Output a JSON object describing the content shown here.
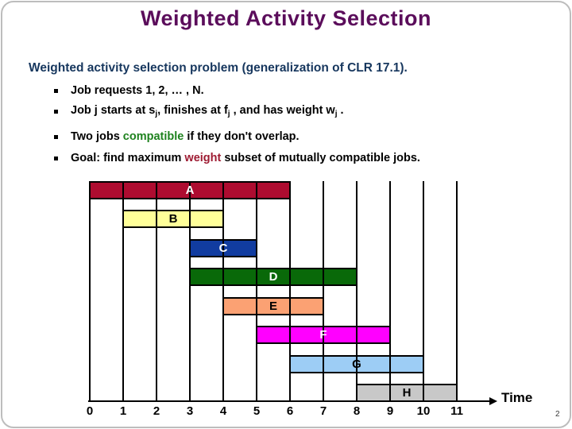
{
  "page": {
    "title": "Weighted Activity Selection",
    "title_color": "#5B0D5B",
    "page_number": "2"
  },
  "content": {
    "heading": "Weighted activity selection problem (generalization of CLR 17.1).",
    "heading_color": "#17375E",
    "bullets": [
      {
        "segments": [
          {
            "t": "Job requests 1, 2, … , N."
          }
        ]
      },
      {
        "segments": [
          {
            "t": "Job j starts at s"
          },
          {
            "t": "j",
            "sub": true
          },
          {
            "t": ", finishes at f"
          },
          {
            "t": "j",
            "sub": true
          },
          {
            "t": " , and has weight w"
          },
          {
            "t": "j",
            "sub": true
          },
          {
            "t": " ."
          }
        ]
      },
      {
        "segments": [
          {
            "t": "Two jobs "
          },
          {
            "t": "compatible",
            "color": "#1E821E"
          },
          {
            "t": " if they don't overlap."
          }
        ]
      },
      {
        "segments": [
          {
            "t": "Goal: find maximum "
          },
          {
            "t": "weight",
            "color": "#9E1B32"
          },
          {
            "t": " subset of mutually compatible jobs."
          }
        ]
      }
    ]
  },
  "chart_data": {
    "type": "gantt",
    "title": "",
    "time_axis": {
      "min": 0,
      "max": 11,
      "ticks": [
        0,
        1,
        2,
        3,
        4,
        5,
        6,
        7,
        8,
        9,
        10,
        11
      ],
      "label": "Time"
    },
    "grid": "vertical-unit-lines",
    "jobs": [
      {
        "name": "A",
        "start": 0,
        "finish": 6,
        "color": "#AE0C30",
        "label_color": "#FFFFFF"
      },
      {
        "name": "B",
        "start": 1,
        "finish": 4,
        "color": "#FFFF99",
        "label_color": "#000000"
      },
      {
        "name": "C",
        "start": 3,
        "finish": 5,
        "color": "#113CA0",
        "label_color": "#FFFFFF"
      },
      {
        "name": "D",
        "start": 3,
        "finish": 8,
        "color": "#096909",
        "label_color": "#FFFFFF"
      },
      {
        "name": "E",
        "start": 4,
        "finish": 7,
        "color": "#FBA173",
        "label_color": "#000000"
      },
      {
        "name": "F",
        "start": 5,
        "finish": 9,
        "color": "#FF00FF",
        "label_color": "#FFFFFF"
      },
      {
        "name": "G",
        "start": 6,
        "finish": 10,
        "color": "#9DCDF5",
        "label_color": "#000000"
      },
      {
        "name": "H",
        "start": 8,
        "finish": 11,
        "color": "#C8C8C8",
        "label_color": "#000000"
      }
    ]
  }
}
